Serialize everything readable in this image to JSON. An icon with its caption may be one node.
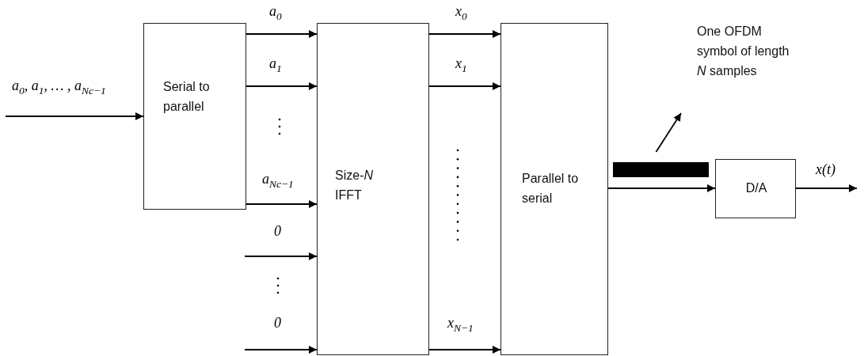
{
  "diagram": {
    "nodes": [
      {
        "text": [
          "Serial to parallel"
        ]
      },
      {
        "text": [
          "Size-*N* IFFT"
        ]
      },
      {
        "text": [
          "Parallel to serial"
        ]
      },
      {
        "text": [],
        "shape": "bar"
      },
      {
        "text": [
          "D/A"
        ]
      },
      {
        "text": [
          "One OFDM symbol of length *N* samples"
        ]
      }
    ],
    "edges": [
      {
        "from": null,
        "to": 0,
        "arrow": "to",
        "label": "a$_{0}$, a$_{1}$, … , a$_{Nc−1}$"
      },
      {
        "from": 0,
        "to": 1,
        "arrow": "to",
        "label": "a$_{0}$"
      },
      {
        "from": 0,
        "to": 1,
        "arrow": "to",
        "label": "a$_{1}$"
      },
      {
        "from": 0,
        "to": 1,
        "arrow": "to",
        "label": "a$_{Nc−1}$"
      },
      {
        "from": null,
        "to": 1,
        "arrow": "to",
        "label": "0"
      },
      {
        "from": null,
        "to": 1,
        "arrow": "to",
        "label": "0"
      },
      {
        "from": 1,
        "to": 2,
        "arrow": "to",
        "label": "x$_{0}$"
      },
      {
        "from": 1,
        "to": 2,
        "arrow": "to",
        "label": "x$_{1}$"
      },
      {
        "from": 1,
        "to": 2,
        "arrow": "to",
        "label": "x$_{N−1}$"
      },
      {
        "from": 2,
        "to": 4,
        "arrow": "to"
      },
      {
        "from": 4,
        "to": null,
        "arrow": "to",
        "label": "x(t)"
      },
      {
        "from": 3,
        "to": 5,
        "arrow": "to"
      }
    ]
  }
}
